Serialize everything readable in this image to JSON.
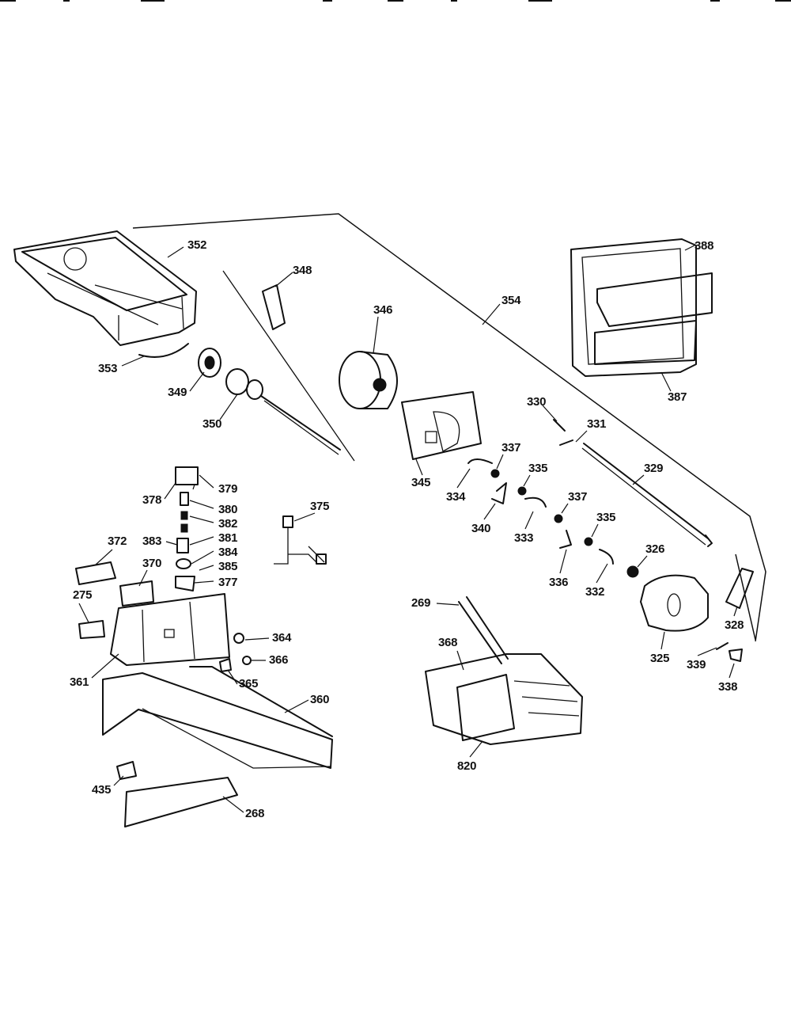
{
  "labels": {
    "p352": "352",
    "p348": "348",
    "p346": "346",
    "p354": "354",
    "p388": "388",
    "p387": "387",
    "p353": "353",
    "p349": "349",
    "p350": "350",
    "p345": "345",
    "p330": "330",
    "p331": "331",
    "p329": "329",
    "p337a": "337",
    "p335a": "335",
    "p334": "334",
    "p340": "340",
    "p333": "333",
    "p337b": "337",
    "p335b": "335",
    "p336": "336",
    "p332": "332",
    "p326": "326",
    "p328": "328",
    "p325": "325",
    "p339": "339",
    "p338": "338",
    "p379": "379",
    "p378": "378",
    "p380": "380",
    "p382": "382",
    "p381": "381",
    "p383": "383",
    "p384": "384",
    "p385": "385",
    "p377": "377",
    "p375": "375",
    "p372": "372",
    "p370": "370",
    "p275": "275",
    "p364": "364",
    "p366": "366",
    "p365": "365",
    "p361": "361",
    "p360": "360",
    "p269": "269",
    "p368": "368",
    "p820": "820",
    "p435": "435",
    "p268": "268"
  }
}
